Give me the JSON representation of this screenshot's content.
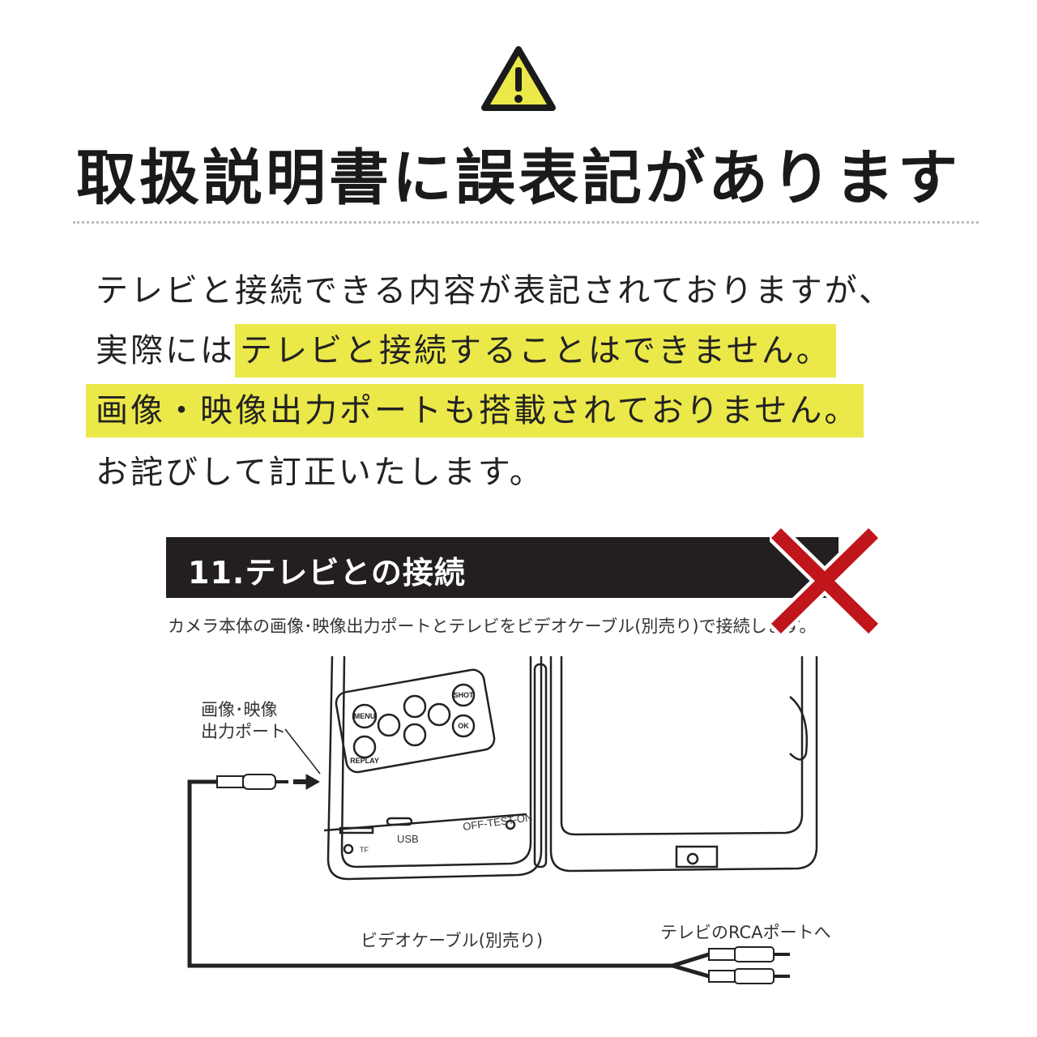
{
  "notice": {
    "icon": "warning-triangle-icon",
    "title": "取扱説明書に誤表記があります",
    "accent_color": "#ebe84a",
    "lines": [
      {
        "text": "テレビと接続できる内容が表記されておりますが、"
      },
      {
        "prefix": "実際には",
        "highlight": "テレビと接続することはできません。"
      },
      {
        "highlight": "画像・映像出力ポートも搭載されておりません。"
      },
      {
        "text": "お詫びして訂正いたします。"
      }
    ]
  },
  "manual_excerpt": {
    "heading": "11.テレビとの接続",
    "description": "カメラ本体の画像･映像出力ポートとテレビをビデオケーブル(別売り)で接続します。",
    "cross_mark_color": "#c0151b",
    "diagram": {
      "port_label_line1": "画像･映像",
      "port_label_line2": "出力ポート",
      "cable_label": "ビデオケーブル(別売り)",
      "rca_label": "テレビのRCAポートへ",
      "buttons": [
        "MENU",
        "SHOT",
        "OK",
        "REPLAY"
      ],
      "port_labels": [
        "USB",
        "OFF-TEST-ON",
        "TF"
      ]
    }
  }
}
